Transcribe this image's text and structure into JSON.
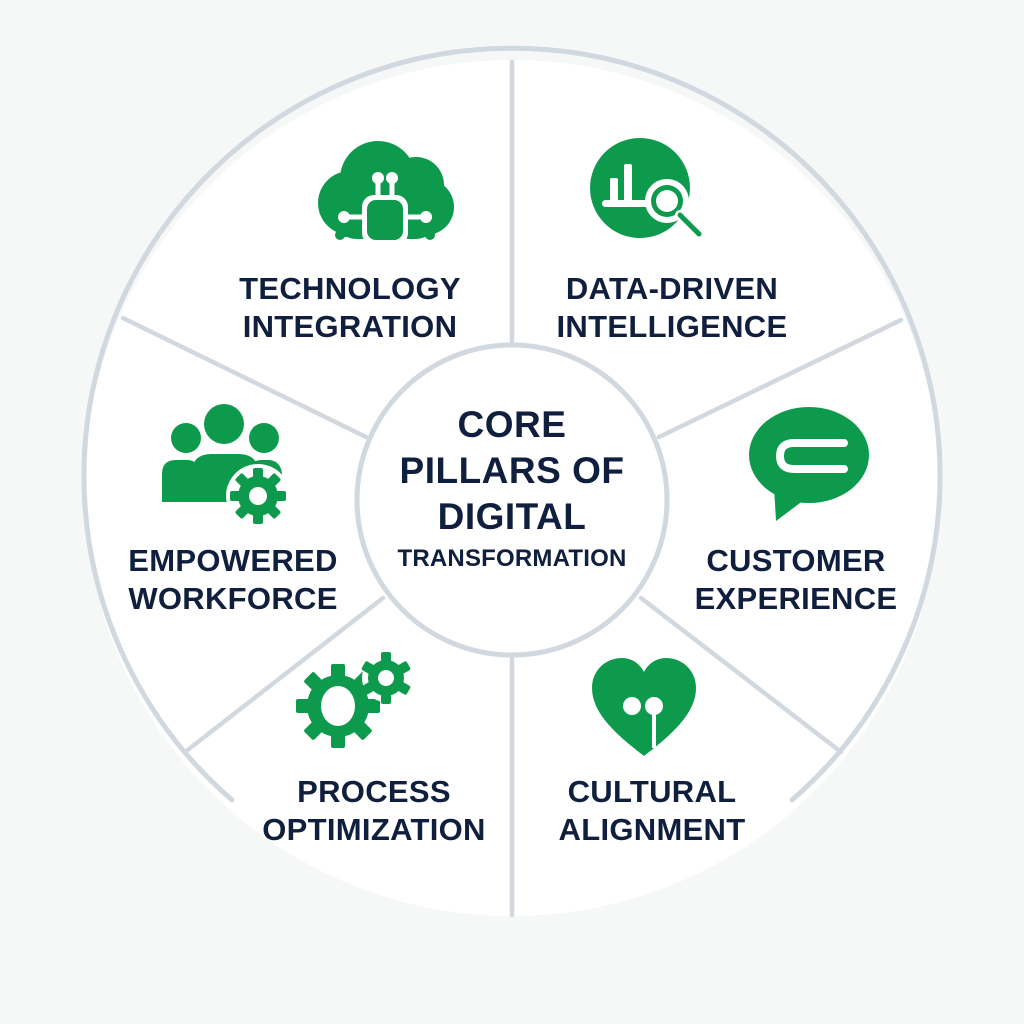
{
  "diagram": {
    "type": "radial-pillar-wheel",
    "center": {
      "lines": [
        "CORE",
        "PILLARS OF",
        "DIGITAL",
        "TRANSFORMATION"
      ]
    },
    "pillars": [
      {
        "id": "technology-integration",
        "lines": [
          "TECHNOLOGY",
          "INTEGRATION"
        ],
        "icon": "cloud-chip-icon",
        "position": "top-left"
      },
      {
        "id": "data-driven-intelligence",
        "lines": [
          "DATA-DRIVEN",
          "INTELLIGENCE"
        ],
        "icon": "chart-magnifier-icon",
        "position": "top-right"
      },
      {
        "id": "customer-experience",
        "lines": [
          "CUSTOMER",
          "EXPERIENCE"
        ],
        "icon": "chat-bubble-icon",
        "position": "right"
      },
      {
        "id": "cultural-alignment",
        "lines": [
          "CULTURAL",
          "ALIGNMENT"
        ],
        "icon": "heart-icon",
        "position": "bottom-right"
      },
      {
        "id": "process-optimization",
        "lines": [
          "PROCESS",
          "OPTIMIZATION"
        ],
        "icon": "gears-icon",
        "position": "bottom-left"
      },
      {
        "id": "empowered-workforce",
        "lines": [
          "EMPOWERED",
          "WORKFORCE"
        ],
        "icon": "people-gear-icon",
        "position": "left"
      }
    ],
    "colors": {
      "icon_green": "#0e9a4c",
      "text_navy": "#0f1f3d",
      "ring_gray": "#d2d8df",
      "segment_fill": "#ffffff",
      "background": "#f6f7f7"
    }
  }
}
